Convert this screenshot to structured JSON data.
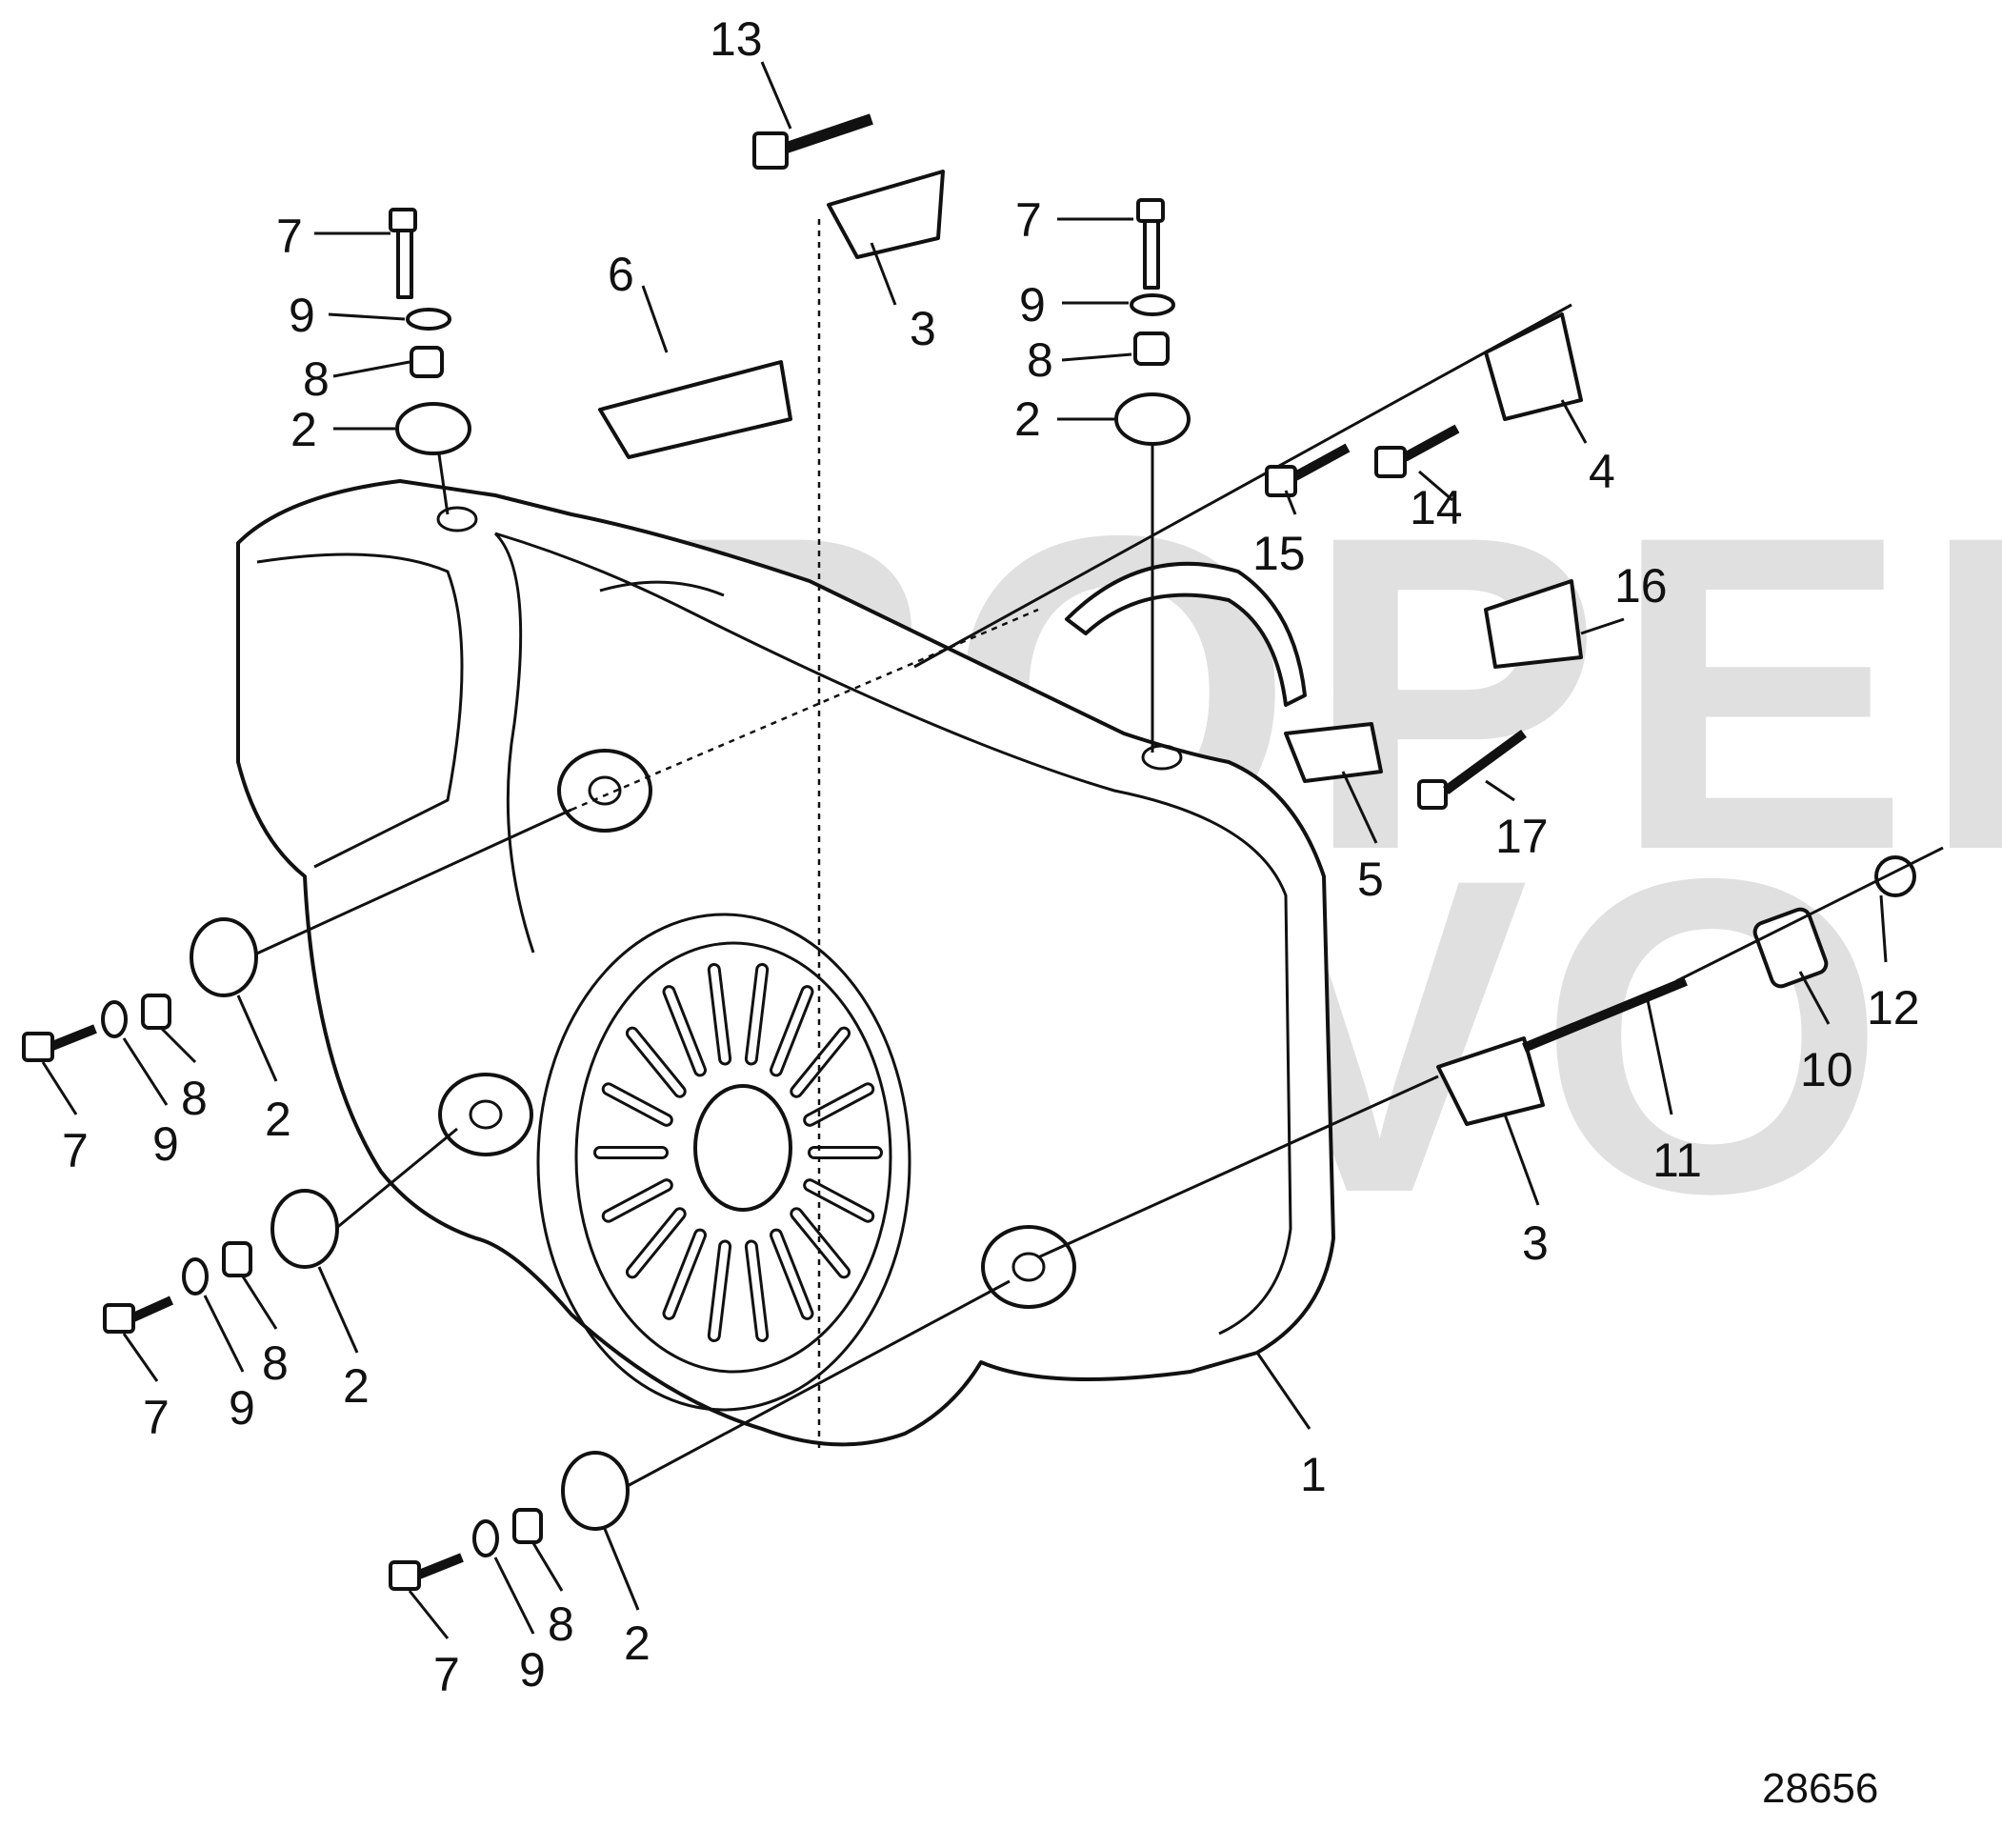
{
  "figure_number": "28656",
  "watermark": {
    "line1": "PROPERTY OF",
    "line2": "VOLVO PENTA"
  },
  "callouts": [
    "1",
    "2",
    "3",
    "4",
    "5",
    "6",
    "7",
    "8",
    "9",
    "10",
    "11",
    "12",
    "13",
    "14",
    "15",
    "16",
    "17"
  ]
}
